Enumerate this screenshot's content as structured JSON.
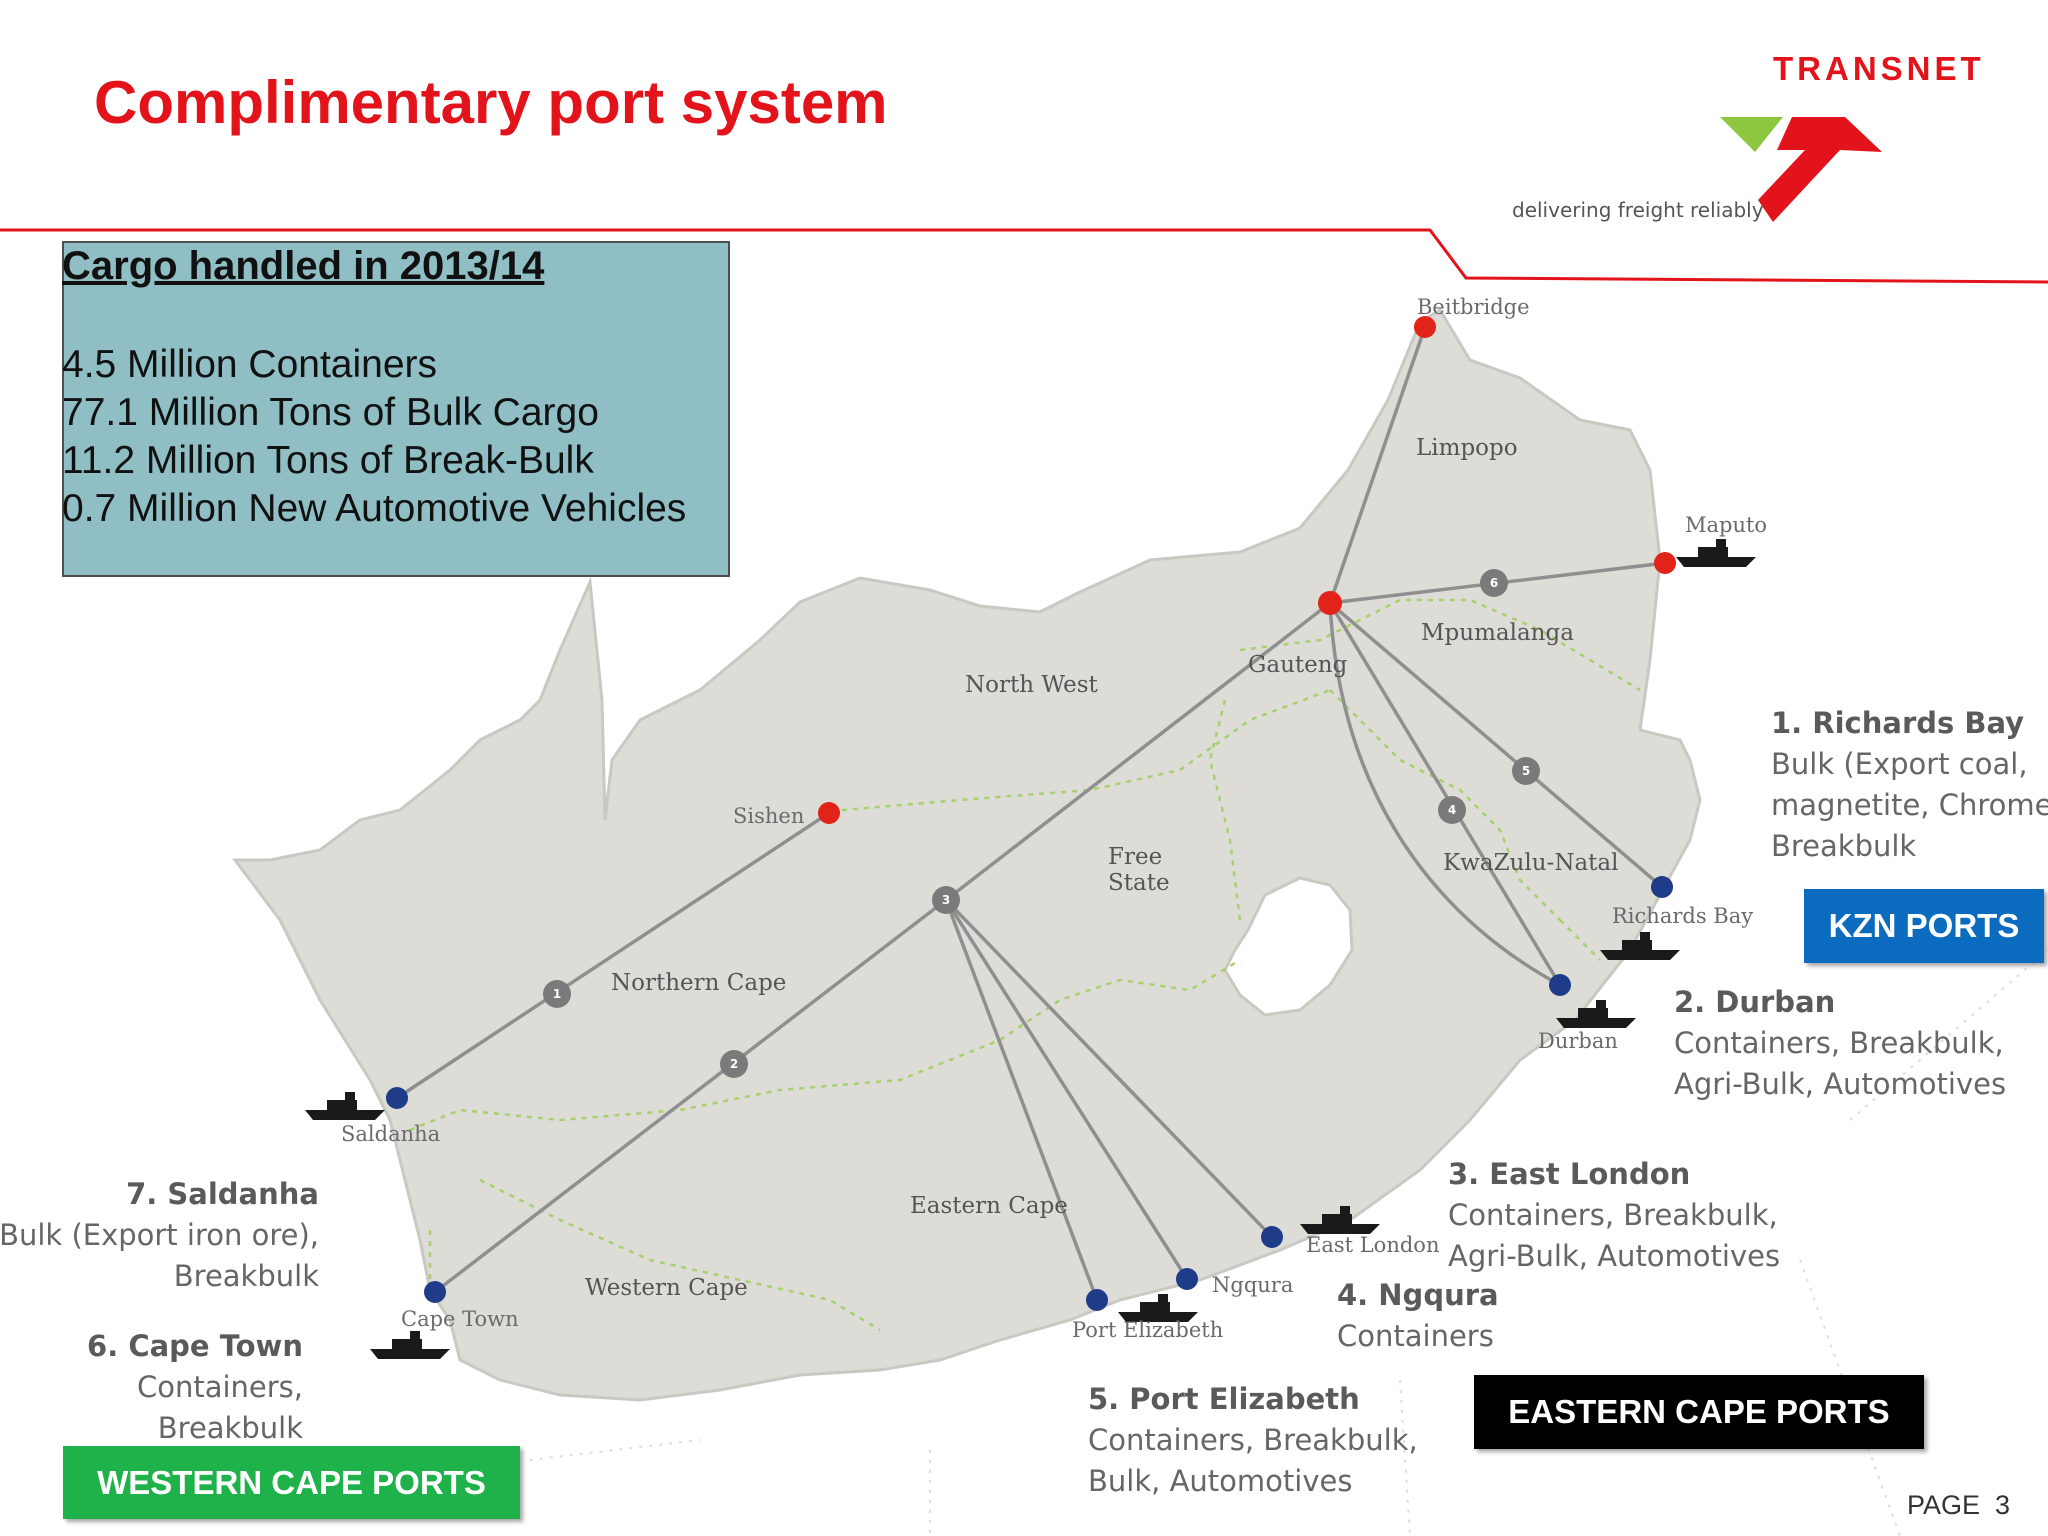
{
  "header": {
    "title": "Complimentary port system",
    "logo_text": "TRANSNET",
    "tagline": "delivering freight reliably"
  },
  "stats": {
    "heading": "Cargo handled in 2013/14",
    "lines": [
      "4.5 Million Containers",
      "77.1 Million Tons of Bulk Cargo",
      "11.2 Million Tons of Break-Bulk",
      "0.7 Million New Automotive Vehicles"
    ]
  },
  "map": {
    "regions": {
      "limpopo": "Limpopo",
      "mpumalanga": "Mpumalanga",
      "gauteng": "Gauteng",
      "north_west": "North West",
      "free_state_1": "Free",
      "free_state_2": "State",
      "northern_cape": "Northern Cape",
      "kwazulu_natal": "KwaZulu-Natal",
      "eastern_cape": "Eastern Cape",
      "western_cape": "Western Cape"
    },
    "places": {
      "beitbridge": "Beitbridge",
      "maputo": "Maputo",
      "sishen": "Sishen",
      "richards_bay": "Richards Bay",
      "durban": "Durban",
      "east_london": "East London",
      "ngqura": "Ngqura",
      "port_elizabeth": "Port Elizabeth",
      "cape_town": "Cape Town",
      "saldanha": "Saldanha"
    },
    "corridor_numbers": [
      "1",
      "2",
      "3",
      "4",
      "5",
      "6"
    ],
    "colors": {
      "inland_node": "#e2231a",
      "port_node": "#1f3c88",
      "corridor": "#8a8a8a",
      "land": "#dcdcd8",
      "province_border": "#9ccc65"
    }
  },
  "ports": {
    "richards_bay": {
      "name": "1. Richards Bay",
      "lines": [
        "Bulk (Export coal,",
        "magnetite, Chrome)",
        "Breakbulk"
      ]
    },
    "durban": {
      "name": "2. Durban",
      "lines": [
        "Containers, Breakbulk,",
        "Agri-Bulk, Automotives"
      ]
    },
    "east_london": {
      "name": "3. East London",
      "lines": [
        "Containers, Breakbulk,",
        "Agri-Bulk, Automotives"
      ]
    },
    "ngqura": {
      "name": "4. Ngqura",
      "lines": [
        "Containers"
      ]
    },
    "port_elizabeth": {
      "name": "5. Port Elizabeth",
      "lines": [
        "Containers, Breakbulk,",
        "Bulk, Automotives"
      ]
    },
    "cape_town": {
      "name": "6. Cape Town",
      "lines": [
        "Containers,",
        "Breakbulk"
      ]
    },
    "saldanha": {
      "name": "7. Saldanha",
      "lines": [
        "Bulk (Export iron ore),",
        "Breakbulk"
      ]
    }
  },
  "clusters": {
    "kzn": "KZN PORTS",
    "eastern_cape": "EASTERN CAPE PORTS",
    "western_cape": "WESTERN CAPE PORTS"
  },
  "footer": {
    "page": "PAGE  3"
  }
}
